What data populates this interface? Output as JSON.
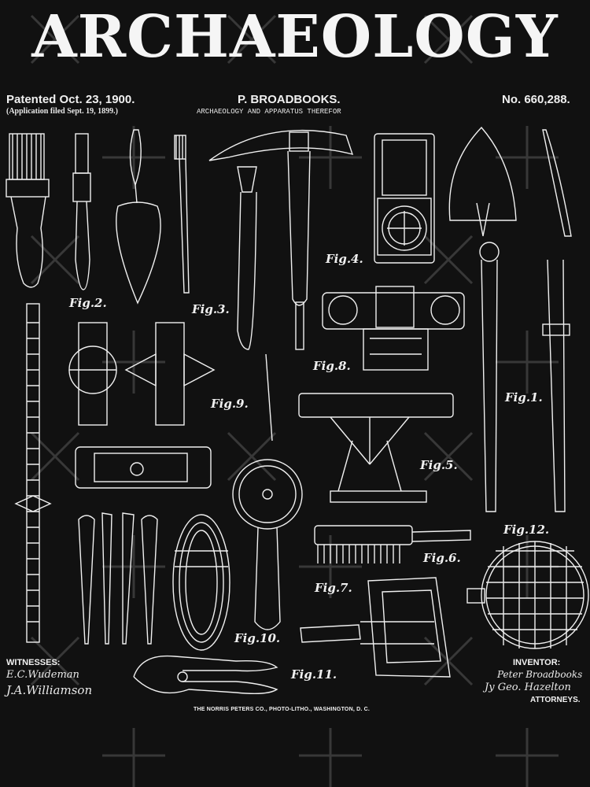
{
  "title": "ARCHAEOLOGY",
  "header": {
    "patented": "Patented Oct. 23, 1900.",
    "application": "(Application filed Sept. 19, 1899.)",
    "inventor_name": "P. BROADBOOKS.",
    "subtitle": "ARCHAEOLOGY AND APPARATUS THEREFOR",
    "patent_no": "No. 660,288."
  },
  "figures": {
    "fig1": "Fig.1.",
    "fig2": "Fig.2.",
    "fig3": "Fig.3.",
    "fig4": "Fig.4.",
    "fig5": "Fig.5.",
    "fig6": "Fig.6.",
    "fig7": "Fig.7.",
    "fig8": "Fig.8.",
    "fig9": "Fig.9.",
    "fig10": "Fig.10.",
    "fig11": "Fig.11.",
    "fig12": "Fig.12."
  },
  "footer": {
    "witnesses": "WITNESSES:",
    "witness_1": "E.C.Wudeman",
    "witness_2": "J.A.Williamson",
    "inventor_label": "INVENTOR:",
    "inventor_sig": "Peter Broadbooks",
    "attorney_sig": "Jy Geo. Hazelton",
    "attorneys_label": "ATTORNEYS.",
    "printer": "THE NORRIS PETERS CO., PHOTO-LITHO., WASHINGTON, D. C."
  },
  "colors": {
    "background": "#111111",
    "ink": "#f2f2f2",
    "watermark": "#3a3a3a"
  }
}
